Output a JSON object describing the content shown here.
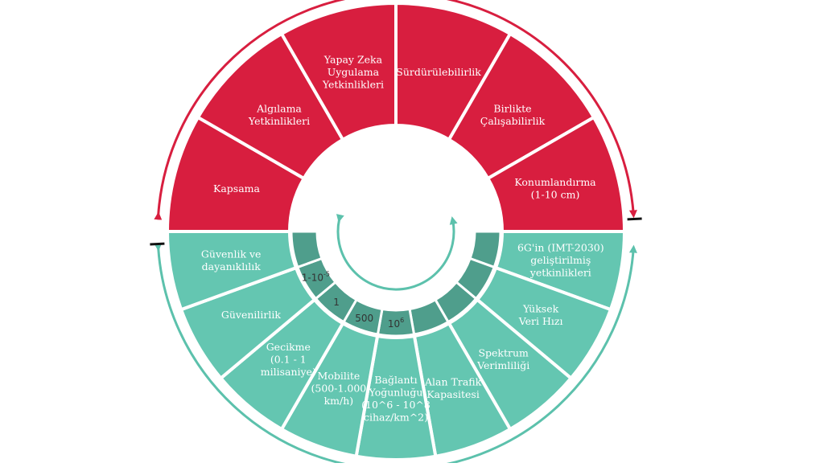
{
  "colors": {
    "red": "#d81e3f",
    "teal": "#64c6b1",
    "teal_dark": "#4f9e8c",
    "teal_arc": "#5cc1ac",
    "red_arc": "#d81e3f",
    "separator": "#ffffff"
  },
  "red_segments": [
    {
      "lines": [
        "Kapsama"
      ]
    },
    {
      "lines": [
        "Algılama",
        "Yetkinlikleri"
      ]
    },
    {
      "lines": [
        "Yapay Zeka",
        "Uygulama",
        "Yetkinlikleri"
      ]
    },
    {
      "lines": [
        "Sürdürülebilirlik"
      ]
    },
    {
      "lines": [
        "Birlikte",
        "Çalışabilirlik"
      ]
    },
    {
      "lines": [
        "Konumlandırma",
        "(1-10 cm)"
      ]
    }
  ],
  "teal_segments": [
    {
      "lines": [
        "6G'in (IMT-2030)",
        "geliştirilmiş",
        "yetkinlikleri"
      ]
    },
    {
      "lines": [
        "Yüksek",
        "Veri Hızı"
      ]
    },
    {
      "lines": [
        "Spektrum",
        "Verimliliği"
      ]
    },
    {
      "lines": [
        "Alan Trafik",
        "Kapasitesi"
      ]
    },
    {
      "lines": [
        "Bağlantı",
        "Yoğunluğu",
        "(10^6 - 10^8",
        "cihaz/km^2)"
      ]
    },
    {
      "lines": [
        "Mobilite",
        "(500-1.000",
        "km/h)"
      ]
    },
    {
      "lines": [
        "Gecikme",
        "(0.1 - 1",
        "milisaniye)"
      ]
    },
    {
      "lines": [
        "Güvenilirlik"
      ]
    },
    {
      "lines": [
        "Güvenlik ve",
        "dayanıklılık"
      ]
    }
  ],
  "inner_labels": [
    {
      "segment": 4,
      "base": "10",
      "sup": "6"
    },
    {
      "segment": 5,
      "base": "500",
      "sup": ""
    },
    {
      "segment": 6,
      "base": "1",
      "sup": ""
    },
    {
      "segment": 7,
      "base": "1-10",
      "sup": "-5"
    }
  ]
}
